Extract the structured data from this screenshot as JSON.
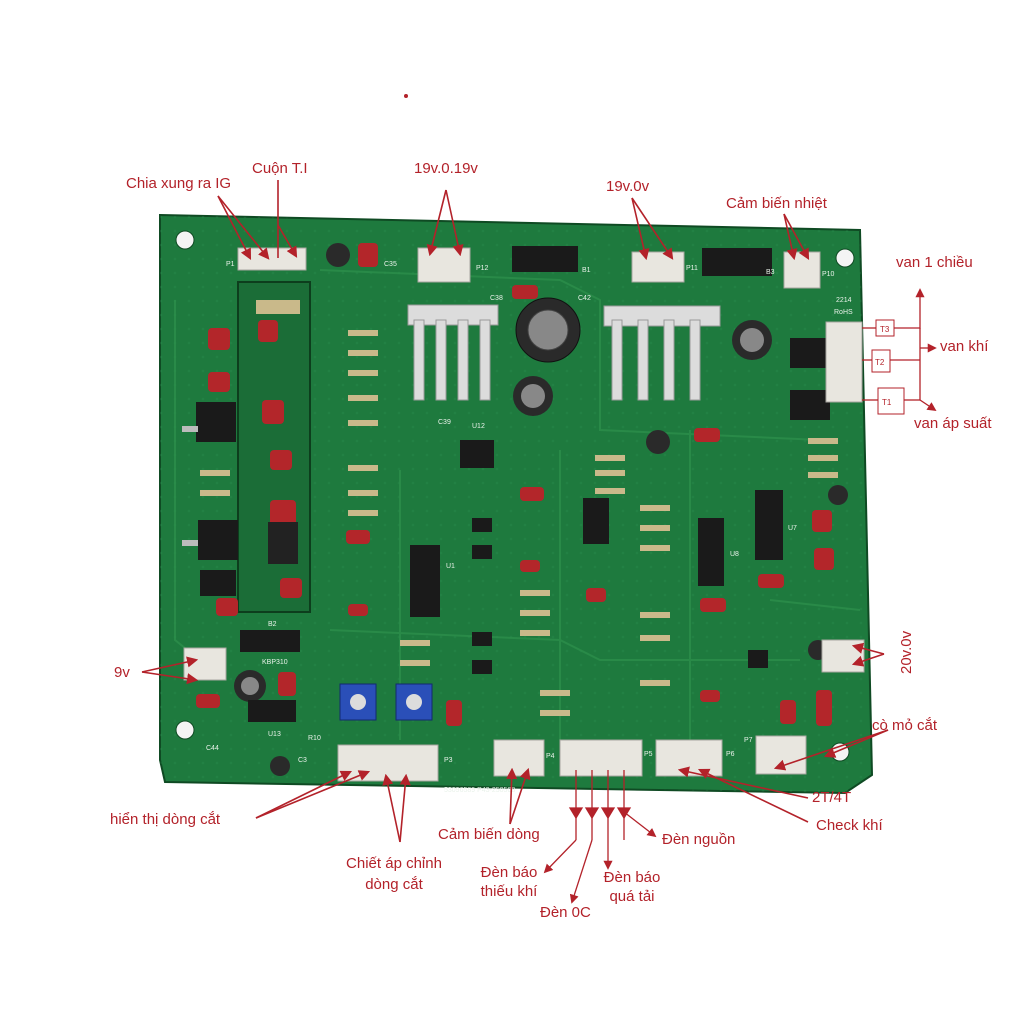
{
  "colors": {
    "pcb": "#1e7a3e",
    "pcb_dark": "#145a2c",
    "trace": "#2c8e4b",
    "annotation": "#b3222a",
    "connector": "#e8e6df",
    "resistor": "#c9b98a",
    "capacitor_red": "#b3262a"
  },
  "board": {
    "silkscreen": {
      "p1": "P1",
      "p12": "P12",
      "b1": "B1",
      "b3": "B3",
      "p10": "P10",
      "p11": "P11",
      "c35": "C35",
      "c38": "C38",
      "c42": "C42",
      "c39": "C39",
      "u12": "U12",
      "p3": "P3",
      "p4": "P4",
      "p5": "P5",
      "p6": "P6",
      "p7": "P7",
      "b2": "B2",
      "u13": "U13",
      "u1": "U1",
      "u8": "U8",
      "u7": "U7",
      "c44": "C44",
      "c3": "C3",
      "r10": "R10",
      "rohs": "RoHS",
      "date": "2214",
      "kbp": "KBP310",
      "serial": "53096589 P43-250508",
      "t1": "T1",
      "t2": "T2",
      "t3": "T3"
    }
  },
  "labels": {
    "chia_xung": "Chia xung ra IG",
    "cuon_ti": "Cuộn T.I",
    "v19_019": "19v.0.19v",
    "v19_0": "19v.0v",
    "cam_bien_nhiet": "Cảm biến nhiệt",
    "van_1_chieu": "van 1 chiều",
    "van_khi": "van khí",
    "van_ap_suat": "van áp suất",
    "v9": "9v",
    "v20": "20v.0v",
    "co_mo_cat": "cò mỏ cắt",
    "hien_thi": "hiển thị dòng cắt",
    "chiet_ap_1": "Chiết áp chỉnh",
    "chiet_ap_2": "dòng cắt",
    "cam_bien_dong": "Cảm biến dòng",
    "den_nguon": "Đèn nguồn",
    "den_bao_thieu_1": "Đèn báo",
    "den_bao_thieu_2": "thiếu khí",
    "den_0c": "Đèn 0C",
    "den_bao_qua_1": "Đèn báo",
    "den_bao_qua_2": "quá tải",
    "t2t4t": "2T/4T",
    "check_khi": "Check khí"
  }
}
